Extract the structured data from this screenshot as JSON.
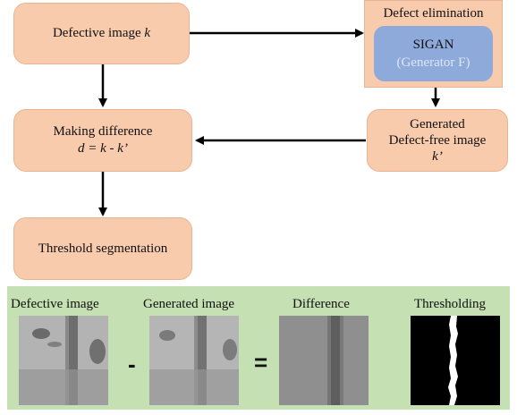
{
  "flow": {
    "defective": {
      "label": "Defective image",
      "var": "k"
    },
    "elimination": {
      "title": "Defect elimination",
      "model": "SIGAN",
      "generator": "(Generator F)"
    },
    "generated": {
      "line1": "Generated",
      "line2": "Defect-free image",
      "var": "k’"
    },
    "difference": {
      "label": "Making difference",
      "formula": "d = k - k’"
    },
    "threshold": {
      "label": "Threshold segmentation"
    }
  },
  "results": {
    "labels": [
      "Defective image",
      "Generated image",
      "Difference",
      "Thresholding"
    ],
    "minus": "-",
    "equals": "="
  },
  "colors": {
    "box_fill": "#f8cbad",
    "sigan_fill": "#8eaadb",
    "result_panel": "#c5e0b3"
  }
}
